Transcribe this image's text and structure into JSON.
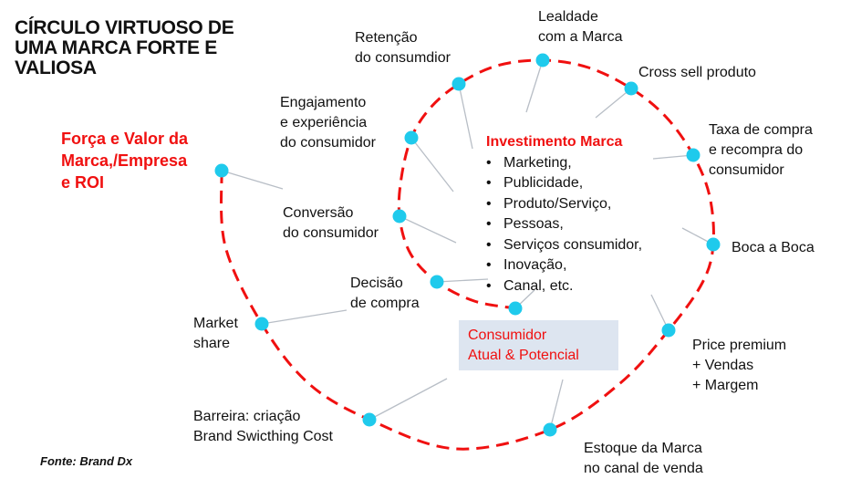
{
  "title": [
    "CÍRCULO VIRTUOSO DE",
    "UMA MARCA FORTE E",
    "VALIOSA"
  ],
  "start_label": [
    "Força e Valor da",
    "Marca,/Empresa",
    "e ROI"
  ],
  "center": {
    "heading": "Investimento Marca",
    "items": [
      "Marketing,",
      "Publicidade,",
      "Produto/Serviço,",
      "Pessoas,",
      "Serviços consumidor,",
      "Inovação,",
      "Canal, etc."
    ]
  },
  "consumer_box": [
    "Consumidor",
    "Atual & Potencial"
  ],
  "nodes": [
    {
      "id": "engajamento",
      "lines": [
        "Engajamento",
        "e experiência",
        "do consumidor"
      ]
    },
    {
      "id": "retencao",
      "lines": [
        "Retenção",
        "do consumdior"
      ]
    },
    {
      "id": "lealdade",
      "lines": [
        "Lealdade",
        "com a Marca"
      ]
    },
    {
      "id": "crosssell",
      "lines": [
        "Cross sell produto"
      ]
    },
    {
      "id": "taxa",
      "lines": [
        "Taxa de compra",
        "e recompra do",
        "consumidor"
      ]
    },
    {
      "id": "boca",
      "lines": [
        "Boca a Boca"
      ]
    },
    {
      "id": "conversao",
      "lines": [
        "Conversão",
        "do consumidor"
      ]
    },
    {
      "id": "decisao",
      "lines": [
        "Decisão",
        "de compra"
      ]
    },
    {
      "id": "market",
      "lines": [
        "Market",
        "share"
      ]
    },
    {
      "id": "price",
      "lines": [
        "Price premium",
        "+ Vendas",
        "+ Margem"
      ]
    },
    {
      "id": "barreira",
      "lines": [
        "Barreira: criação",
        "Brand Swicthing Cost"
      ]
    },
    {
      "id": "estoque",
      "lines": [
        "Estoque da Marca",
        "no canal de venda"
      ]
    }
  ],
  "source": "Fonte: Brand Dx",
  "colors": {
    "spiral": "#f01010",
    "dot": "#1fcaec",
    "connector": "#b8bec6",
    "box": "#dde5f0",
    "accent": "#f01010"
  }
}
